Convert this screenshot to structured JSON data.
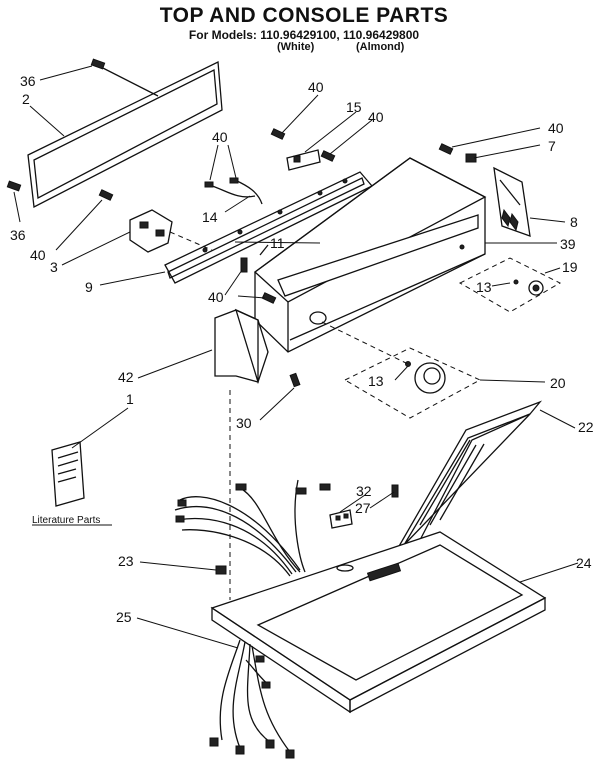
{
  "title": "TOP AND CONSOLE PARTS",
  "subtitle": "For Models: 110.96429100, 110.96429800",
  "variants": [
    "(White)",
    "(Almond)"
  ],
  "literature_label": "Literature Parts",
  "callouts": {
    "c36a": "36",
    "c2": "2",
    "c36b": "36",
    "c40a": "40",
    "c3": "3",
    "c9": "9",
    "c40b": "40",
    "c14": "14",
    "c40c": "40",
    "c15": "15",
    "c40d": "40",
    "c11": "11",
    "c40e": "40",
    "c40f": "40",
    "c7": "7",
    "c8": "8",
    "c39": "39",
    "c19": "19",
    "c13a": "13",
    "c13b": "13",
    "c20": "20",
    "c42": "42",
    "c1": "1",
    "c30": "30",
    "c22": "22",
    "c32": "32",
    "c27": "27",
    "c23": "23",
    "c24": "24",
    "c25": "25"
  }
}
